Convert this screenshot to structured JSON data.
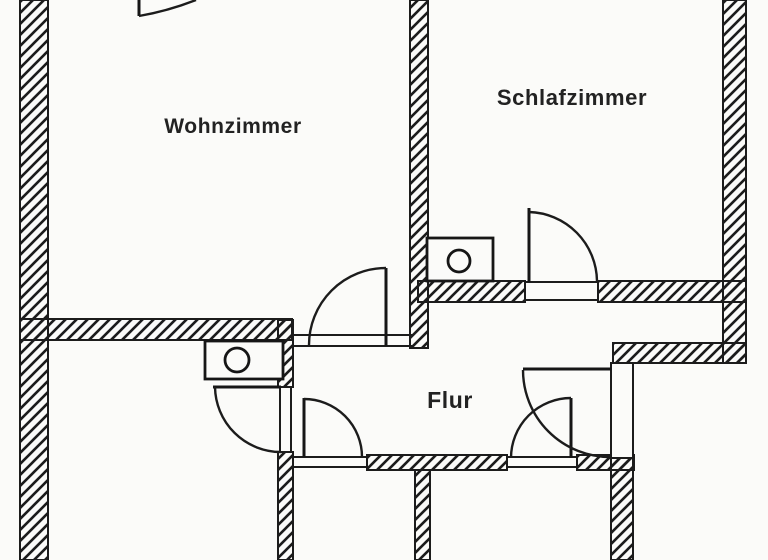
{
  "floorplan": {
    "rooms": [
      {
        "id": "wohnzimmer",
        "label": "Wohnzimmer"
      },
      {
        "id": "schlafzimmer",
        "label": "Schlafzimmer"
      },
      {
        "id": "flur",
        "label": "Flur"
      }
    ],
    "symbols": [
      {
        "id": "shaft-schlafzimmer",
        "type": "shaft-box-with-circle"
      },
      {
        "id": "shaft-bottom-left",
        "type": "shaft-box-with-circle"
      }
    ],
    "colors": {
      "ink": "#1c1c1c",
      "paper": "#fbfbf9"
    }
  }
}
